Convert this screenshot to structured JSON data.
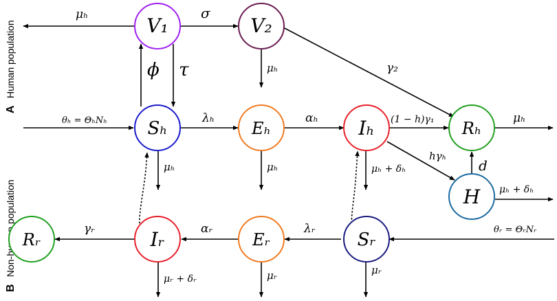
{
  "panels": {
    "a_letter": "A",
    "a_title": "Human population",
    "b_letter": "B",
    "b_title": "Non-human population"
  },
  "nodes": {
    "V1": "V₁",
    "V2": "V₂",
    "Sh": "Sₕ",
    "Eh": "Eₕ",
    "Ih": "Iₕ",
    "Rh": "Rₕ",
    "H": "H",
    "Rr": "Rᵣ",
    "Ir": "Iᵣ",
    "Er": "Eᵣ",
    "Sr": "Sᵣ"
  },
  "edges": {
    "mu_h_v1": "μₕ",
    "sigma": "σ",
    "phi": "ϕ",
    "tau": "τ",
    "mu_h_v2": "μₕ",
    "gamma2": "γ₂",
    "theta_h": "θₕ = ΘₕNₕ",
    "lambda_h": "λₕ",
    "alpha_h": "αₕ",
    "one_minus_h_gamma1": "(1 − h)γ₁",
    "mu_h_rh": "μₕ",
    "h_gamma_h": "hγₕ",
    "d": "d",
    "mu_h_sh": "μₕ",
    "mu_h_eh": "μₕ",
    "mu_h_delta_h_ih": "μₕ + δₕ",
    "mu_h_delta_h_H": "μₕ + δₕ",
    "gamma_r": "γᵣ",
    "alpha_r": "αᵣ",
    "lambda_r": "λᵣ",
    "theta_r": "θᵣ = ΘᵣNᵣ",
    "mu_r_delta_r": "μᵣ + δᵣ",
    "mu_r_er": "μᵣ",
    "mu_r_sr": "μᵣ"
  },
  "colors": {
    "V1": "#a020f0",
    "V2": "#6a1a50",
    "Sh": "#1a1acd",
    "Eh": "#f07a20",
    "Ih": "#e8202a",
    "Rh": "#20a020",
    "H": "#1a6aa0",
    "Rr": "#20a020",
    "Ir": "#e8202a",
    "Er": "#f07a20",
    "Sr": "#1a1a80"
  }
}
